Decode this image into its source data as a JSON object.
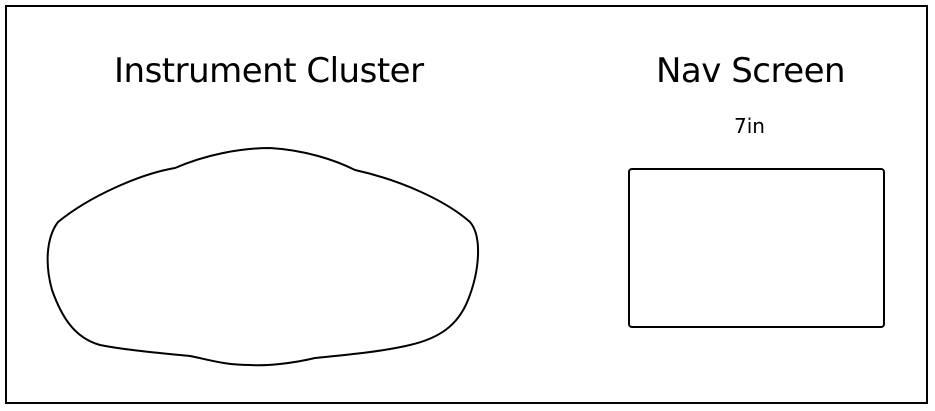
{
  "diagram": {
    "cluster_title": "Instrument Cluster",
    "nav_title": "Nav Screen",
    "nav_size": "7in"
  },
  "colors": {
    "stroke": "#000000",
    "background": "#ffffff"
  }
}
